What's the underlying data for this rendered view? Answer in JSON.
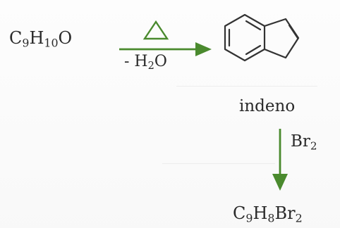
{
  "scheme": {
    "reactant": {
      "parts": [
        "C",
        "9",
        "H",
        "10",
        "O"
      ]
    },
    "step1": {
      "condition_symbol": "△",
      "loss": {
        "parts": [
          "- H",
          "2",
          "O"
        ]
      }
    },
    "product": {
      "name": "indeno"
    },
    "step2": {
      "reagent": {
        "parts": [
          "Br",
          "2"
        ]
      }
    },
    "final_product": {
      "parts": [
        "C",
        "9",
        "H",
        "8",
        "Br",
        "2"
      ]
    }
  },
  "colors": {
    "arrow": "#4a8a2e",
    "ink": "#2a2a2a"
  }
}
